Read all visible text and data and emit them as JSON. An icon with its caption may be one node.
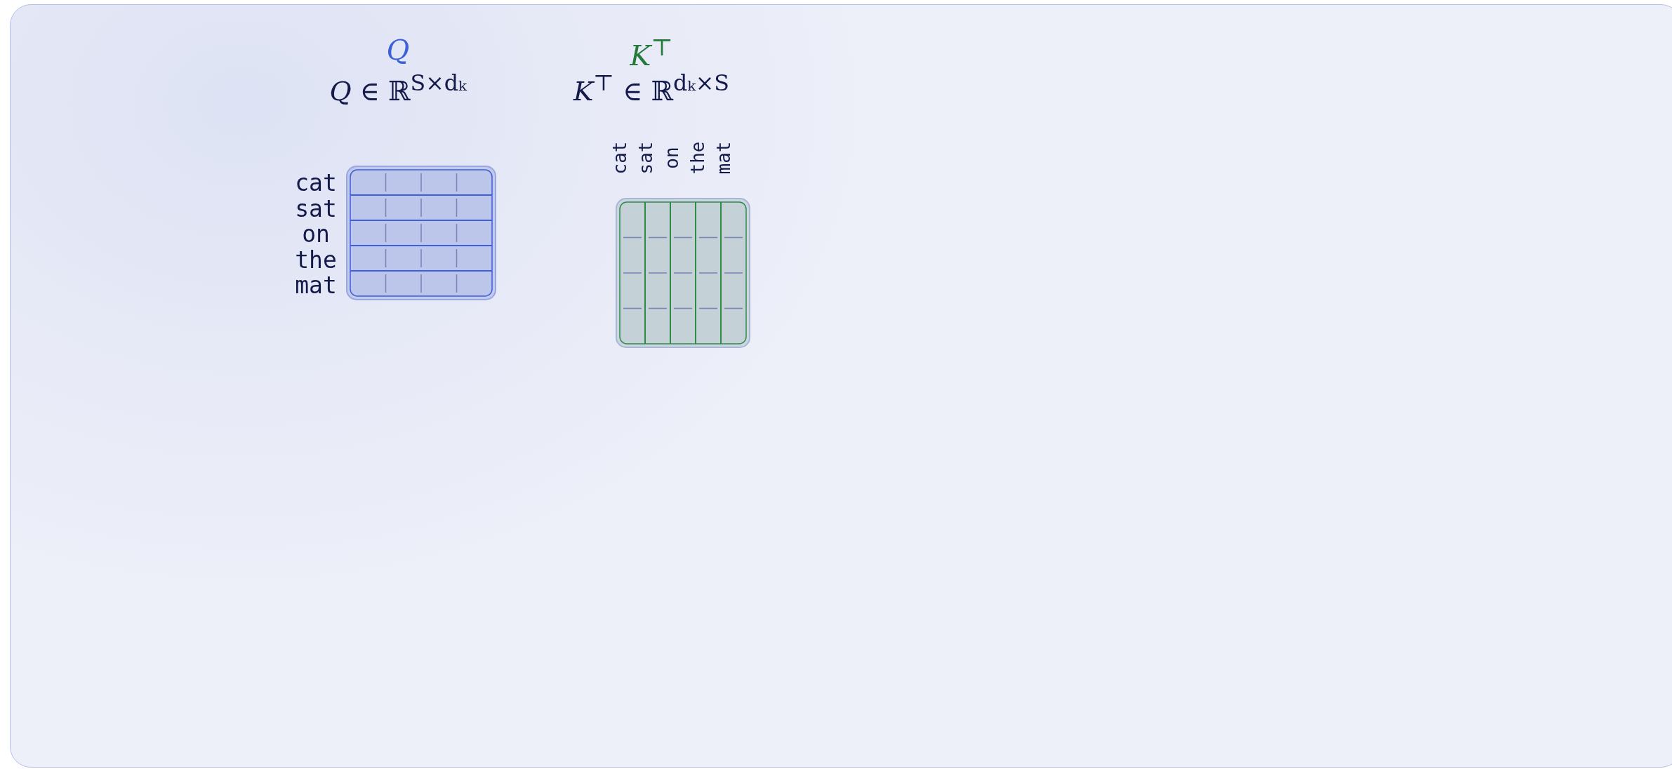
{
  "diagram": {
    "nodes": [
      {
        "text": [
          "Q",
          "*Q* ∈ ℝ$^{S×dₖ}$"
        ]
      },
      {
        "text": [
          "*K*$^{⊤}$",
          "*K*$^{⊤}$ ∈ ℝ$^{dₖ×S}$"
        ]
      }
    ],
    "labels": [
      "cat",
      "sat",
      "on",
      "the",
      "mat",
      "cat",
      "sat",
      "on",
      "the",
      "mat"
    ]
  }
}
